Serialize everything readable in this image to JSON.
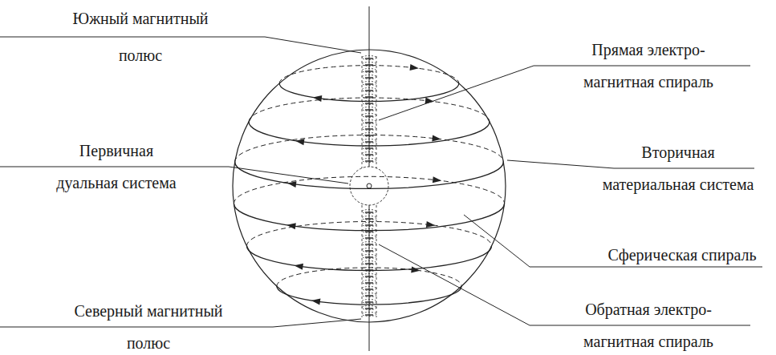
{
  "diagram": {
    "labels": [
      "Южный магнитный полюс",
      "Прямая электро- магнитная спираль",
      "Первичная дуальная система",
      "Вторичная материальная система",
      "Сферическая спираль",
      "Северный магнитный полюс",
      "Обратная электро- магнитная спираль"
    ]
  }
}
